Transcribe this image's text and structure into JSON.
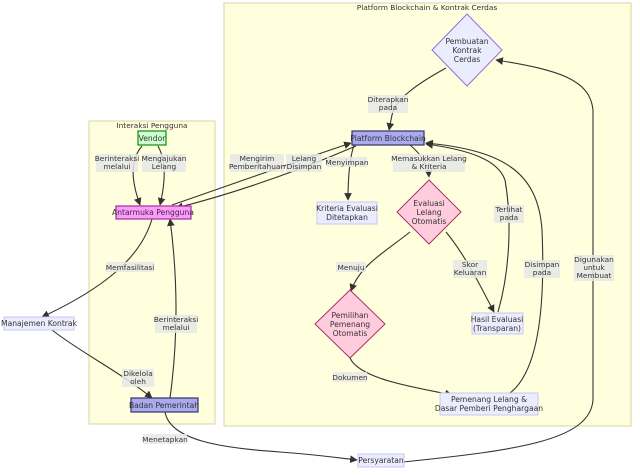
{
  "clusters": {
    "platform": "Platform Blockchain & Kontrak Cerdas",
    "interaksi": "Interaksi Pengguna"
  },
  "nodes": {
    "pembuatan": [
      "Pembuatan",
      "Kontrak",
      "Cerdas"
    ],
    "platform": "Platform Blockchain",
    "kriteria": [
      "Kriteria Evaluasi",
      "Ditetapkan"
    ],
    "evaluasi": [
      "Evaluasi",
      "Lelang",
      "Otomatis"
    ],
    "hasil": [
      "Hasil Evaluasi",
      "(Transparan)"
    ],
    "pemilihan": [
      "Pemilihan",
      "Pemenang",
      "Otomatis"
    ],
    "pemenang": [
      "Pemenang Lelang &",
      "Dasar Pemberi Penghargaan"
    ],
    "vendor": "Vendor",
    "antarmuka": "Antarmuka Pengguna",
    "badan": "Badan Pemerintah",
    "manajemen": "Manajemen Kontrak",
    "persyaratan": "Persyaratan"
  },
  "edges": {
    "diterapkan": [
      "Diterapkan",
      "pada"
    ],
    "berinteraksi_vendor": [
      "Berinteraksi",
      "melalui"
    ],
    "mengajukan": [
      "Mengajukan",
      "Lelang"
    ],
    "mengirim": [
      "Mengirim",
      "Pemberitahuan"
    ],
    "lelang_disimpan": [
      "Lelang",
      "Disimpan"
    ],
    "menyimpan": "Menyimpan",
    "memasukkan": [
      "Memasukkan Lelang",
      "& Kriteria"
    ],
    "terlihat": [
      "Terlihat",
      "pada"
    ],
    "skor": [
      "Skor",
      "Keluaran"
    ],
    "menuju": "Menuju",
    "disimpan": [
      "Disimpan",
      "pada"
    ],
    "digunakan": [
      "Digunakan",
      "untuk",
      "Membuat"
    ],
    "memfasilitasi": "Memfasilitasi",
    "berinteraksi_badan": [
      "Berinteraksi",
      "melalui"
    ],
    "dikelola": [
      "Dikelola",
      "oleh"
    ],
    "dokumen": "Dokumen",
    "menetapkan": "Menetapkan"
  },
  "colors": {
    "cluster_fill": "#ffffde",
    "cluster_stroke": "#d6d6a0",
    "default_fill": "#ececff",
    "default_stroke": "#9370db",
    "decision_fill": "#ffccdd",
    "decision_stroke": "#aa3366",
    "vendor_fill": "#ccffcc",
    "vendor_stroke": "#118811",
    "antarmuka_fill": "#ff99ff",
    "antarmuka_stroke": "#993399",
    "gov_fill": "#aaaaee",
    "gov_stroke": "#333366"
  }
}
